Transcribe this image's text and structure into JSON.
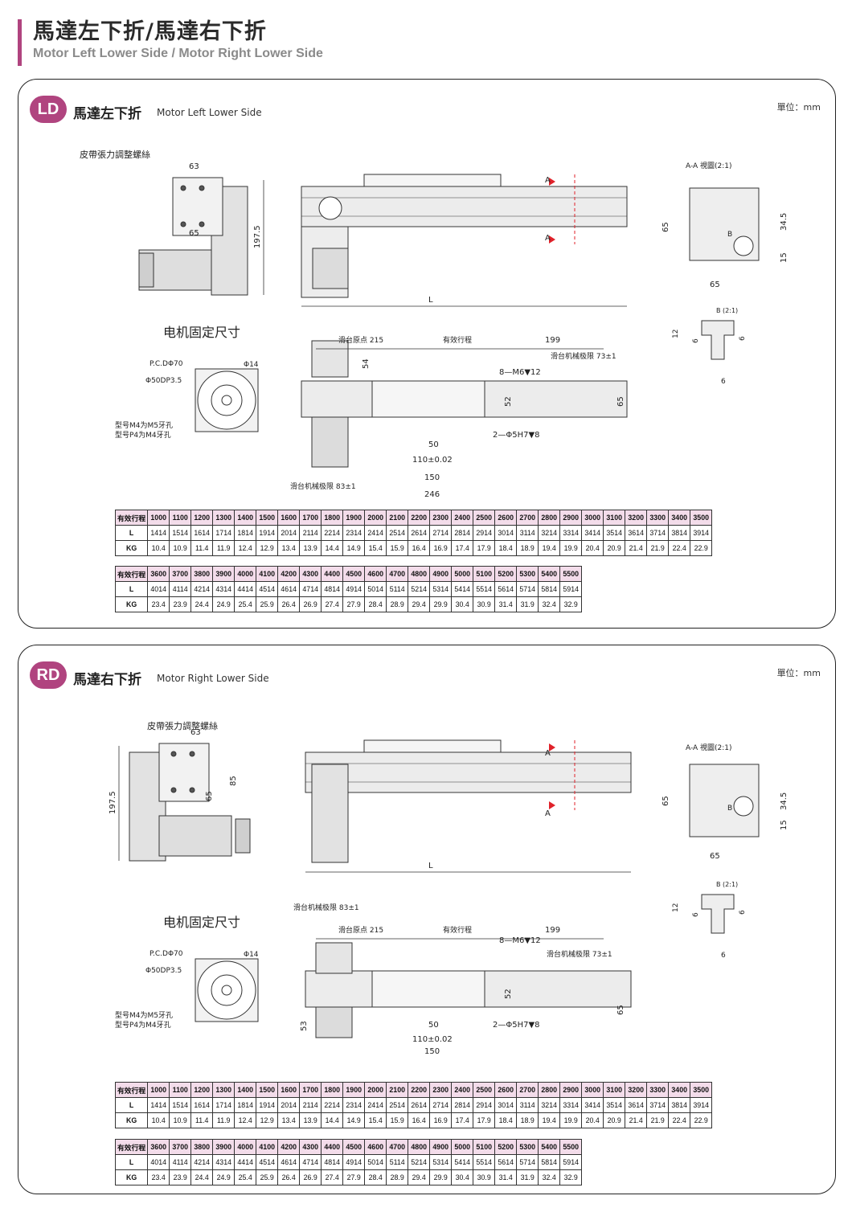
{
  "header": {
    "title_zh": "馬達左下折/馬達右下折",
    "title_en": "Motor Left Lower Side / Motor Right Lower Side"
  },
  "colors": {
    "accent": "#b0447f",
    "table_header": "#f3dcea",
    "arrow": "#e0222a"
  },
  "unit": "單位：mm",
  "panels": [
    {
      "badge": "LD",
      "title_zh": "馬達左下折",
      "title_en": "Motor Left Lower Side"
    },
    {
      "badge": "RD",
      "title_zh": "馬達右下折",
      "title_en": "Motor Right Lower Side"
    }
  ],
  "labels": {
    "tension": "皮帶張力調整螺絲",
    "motor_fix": "电机固定尺寸",
    "pcd": "P.C.DΦ70",
    "phi14": "Φ14",
    "phi50": "Φ50DP3.5",
    "m4": "型号M4为M5牙孔",
    "p4": "型号P4为M4牙孔",
    "view_aa": "A-A 視圖(2:1)",
    "view_b": "B (2:1)",
    "b": "B",
    "a": "A",
    "L": "L",
    "origin": "滑台原点 215",
    "stroke": "有效行程",
    "d199": "199",
    "limit73": "滑台机械极限 73±1",
    "limit83": "滑台机械极限 83±1",
    "m6": "8—M6▼12",
    "pin": "2—Φ5H7▼8",
    "d50": "50",
    "d110": "110±0.02",
    "d150": "150",
    "d246": "246",
    "d63": "63",
    "d65": "65",
    "d85": "85",
    "d197": "197.5",
    "d54": "54",
    "d53": "53",
    "d52": "52",
    "d34": "34.5",
    "d15": "15",
    "d12": "12",
    "d6": "6"
  },
  "tables": {
    "t1": {
      "stroke_label": "有效行程",
      "len_label": "L",
      "kg_label": "KG",
      "stroke": [
        "1000",
        "1100",
        "1200",
        "1300",
        "1400",
        "1500",
        "1600",
        "1700",
        "1800",
        "1900",
        "2000",
        "2100",
        "2200",
        "2300",
        "2400",
        "2500",
        "2600",
        "2700",
        "2800",
        "2900",
        "3000",
        "3100",
        "3200",
        "3300",
        "3400",
        "3500"
      ],
      "L": [
        "1414",
        "1514",
        "1614",
        "1714",
        "1814",
        "1914",
        "2014",
        "2114",
        "2214",
        "2314",
        "2414",
        "2514",
        "2614",
        "2714",
        "2814",
        "2914",
        "3014",
        "3114",
        "3214",
        "3314",
        "3414",
        "3514",
        "3614",
        "3714",
        "3814",
        "3914"
      ],
      "KG": [
        "10.4",
        "10.9",
        "11.4",
        "11.9",
        "12.4",
        "12.9",
        "13.4",
        "13.9",
        "14.4",
        "14.9",
        "15.4",
        "15.9",
        "16.4",
        "16.9",
        "17.4",
        "17.9",
        "18.4",
        "18.9",
        "19.4",
        "19.9",
        "20.4",
        "20.9",
        "21.4",
        "21.9",
        "22.4",
        "22.9"
      ]
    },
    "t2": {
      "stroke_label": "有效行程",
      "len_label": "L",
      "kg_label": "KG",
      "stroke": [
        "3600",
        "3700",
        "3800",
        "3900",
        "4000",
        "4100",
        "4200",
        "4300",
        "4400",
        "4500",
        "4600",
        "4700",
        "4800",
        "4900",
        "5000",
        "5100",
        "5200",
        "5300",
        "5400",
        "5500"
      ],
      "L": [
        "4014",
        "4114",
        "4214",
        "4314",
        "4414",
        "4514",
        "4614",
        "4714",
        "4814",
        "4914",
        "5014",
        "5114",
        "5214",
        "5314",
        "5414",
        "5514",
        "5614",
        "5714",
        "5814",
        "5914"
      ],
      "KG": [
        "23.4",
        "23.9",
        "24.4",
        "24.9",
        "25.4",
        "25.9",
        "26.4",
        "26.9",
        "27.4",
        "27.9",
        "28.4",
        "28.9",
        "29.4",
        "29.9",
        "30.4",
        "30.9",
        "31.4",
        "31.9",
        "32.4",
        "32.9"
      ]
    }
  }
}
